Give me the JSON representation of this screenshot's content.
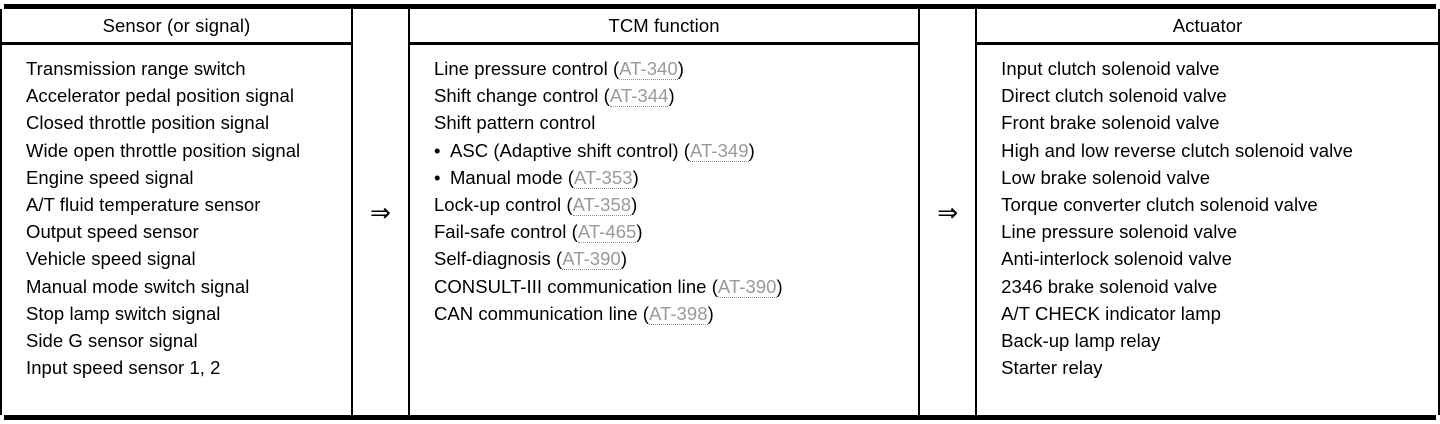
{
  "columns": {
    "sensor": {
      "header": "Sensor (or signal)",
      "items": [
        {
          "text": "Transmission range switch"
        },
        {
          "text": "Accelerator pedal position signal"
        },
        {
          "text": "Closed throttle position signal"
        },
        {
          "text": "Wide open throttle position signal"
        },
        {
          "text": "Engine speed signal"
        },
        {
          "text": "A/T fluid temperature sensor"
        },
        {
          "text": "Output speed sensor"
        },
        {
          "text": "Vehicle speed signal"
        },
        {
          "text": "Manual mode switch signal"
        },
        {
          "text": "Stop lamp switch signal"
        },
        {
          "text": "Side G sensor signal"
        },
        {
          "text": "Input speed sensor 1, 2"
        }
      ]
    },
    "tcm": {
      "header": "TCM function",
      "items": [
        {
          "text": "Line pressure control",
          "ref": "AT-340",
          "bullet": false
        },
        {
          "text": "Shift change control",
          "ref": "AT-344",
          "bullet": false
        },
        {
          "text": "Shift pattern control",
          "ref": "",
          "bullet": false
        },
        {
          "text": "ASC (Adaptive shift control)",
          "ref": "AT-349",
          "bullet": true
        },
        {
          "text": "Manual mode",
          "ref": "AT-353",
          "bullet": true
        },
        {
          "text": "Lock-up control",
          "ref": "AT-358",
          "bullet": false
        },
        {
          "text": "Fail-safe control",
          "ref": "AT-465",
          "bullet": false
        },
        {
          "text": "Self-diagnosis",
          "ref": "AT-390",
          "bullet": false
        },
        {
          "text": "CONSULT-III communication line",
          "ref": "AT-390",
          "bullet": false
        },
        {
          "text": "CAN communication line",
          "ref": "AT-398",
          "bullet": false
        }
      ]
    },
    "actuator": {
      "header": "Actuator",
      "items": [
        {
          "text": "Input clutch solenoid valve"
        },
        {
          "text": "Direct clutch solenoid valve"
        },
        {
          "text": "Front brake solenoid valve"
        },
        {
          "text": "High and low reverse clutch solenoid valve"
        },
        {
          "text": "Low brake solenoid valve"
        },
        {
          "text": "Torque converter clutch solenoid valve"
        },
        {
          "text": "Line pressure solenoid valve"
        },
        {
          "text": "Anti-interlock solenoid valve"
        },
        {
          "text": "2346 brake solenoid valve"
        },
        {
          "text": "A/T CHECK indicator lamp"
        },
        {
          "text": "Back-up lamp relay"
        },
        {
          "text": "Starter relay"
        }
      ]
    }
  },
  "flow": {
    "arrow_1": "⇒",
    "arrow_2": "⇒",
    "bullet_glyph": "•",
    "paren_open": "(",
    "paren_close": ")"
  },
  "colors": {
    "ink": "#000000",
    "xref": "#9a9a9a",
    "background": "#ffffff"
  }
}
